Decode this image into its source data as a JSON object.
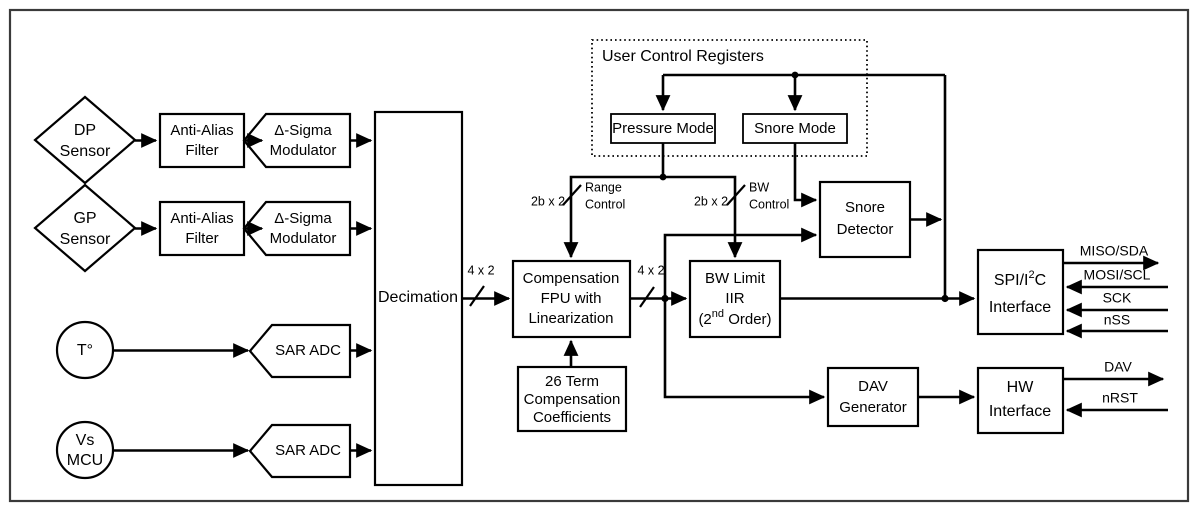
{
  "diagram": {
    "title": "Sensor signal chain block diagram",
    "frame_color": "#3a3a3a",
    "line_color": "#000000",
    "fill_color": "#ffffff"
  },
  "sensors": [
    {
      "name": "dp-sensor",
      "line1": "DP",
      "line2": "Sensor",
      "shape": "diamond"
    },
    {
      "name": "gp-sensor",
      "line1": "GP",
      "line2": "Sensor",
      "shape": "diamond"
    },
    {
      "name": "temperature-sensor",
      "line1": "T°",
      "line2": "",
      "shape": "circle"
    },
    {
      "name": "vs-mcu-sensor",
      "line1": "Vs",
      "line2": "MCU",
      "shape": "circle"
    }
  ],
  "analog_chain": {
    "anti_alias_filters": [
      {
        "line1": "Anti-Alias",
        "line2": "Filter"
      },
      {
        "line1": "Anti-Alias",
        "line2": "Filter"
      }
    ],
    "modulators": [
      {
        "line1": "Δ-Sigma",
        "line2": "Modulator"
      },
      {
        "line1": "Δ-Sigma",
        "line2": "Modulator"
      }
    ],
    "sar_adcs": [
      {
        "label": "SAR ADC"
      },
      {
        "label": "SAR ADC"
      }
    ]
  },
  "decimation": {
    "label": "Decimation"
  },
  "user_control_registers": {
    "group_label": "User Control Registers",
    "registers": [
      {
        "label": "Pressure Mode"
      },
      {
        "label": "Snore Mode"
      }
    ]
  },
  "digital_blocks": {
    "compensation_fpu": {
      "line1": "Compensation",
      "line2": "FPU with",
      "line3": "Linearization"
    },
    "coefficients": {
      "line1": "26 Term",
      "line2": "Compensation",
      "line3": "Coefficients"
    },
    "bw_limit": {
      "line1": "BW Limit",
      "line2": "IIR",
      "line3_pre": "(2",
      "line3_sup": "nd",
      "line3_post": " Order)"
    },
    "snore_detector": {
      "line1": "Snore",
      "line2": "Detector"
    },
    "dav_generator": {
      "line1": "DAV",
      "line2": "Generator"
    },
    "spi_i2c_interface": {
      "line1_pre": "SPI/I",
      "line1_sup": "2",
      "line1_post": "C",
      "line2": "Interface"
    },
    "hw_interface": {
      "line1": "HW",
      "line2": "Interface"
    }
  },
  "bus_labels": {
    "decimation_out": "4 x 2",
    "fpu_in": "4 x 2",
    "fpu_out": "4 x 2",
    "range_width": "2b x 2",
    "bw_width": "2b x 2"
  },
  "control_labels": {
    "range_control_line1": "Range",
    "range_control_line2": "Control",
    "bw_control_line1": "BW",
    "bw_control_line2": "Control"
  },
  "io_signals": {
    "spi": [
      {
        "label": "MISO/SDA",
        "direction": "out"
      },
      {
        "label": "MOSI/SCL",
        "direction": "in"
      },
      {
        "label": "SCK",
        "direction": "in"
      },
      {
        "label": "nSS",
        "direction": "in"
      }
    ],
    "hw": [
      {
        "label": "DAV",
        "direction": "out"
      },
      {
        "label": "nRST",
        "direction": "in"
      }
    ]
  }
}
